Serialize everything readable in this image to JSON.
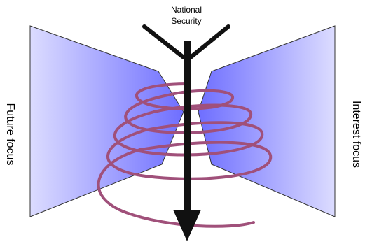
{
  "labels": {
    "top_line1": "National",
    "top_line2": "Security",
    "left": "Future focus",
    "right": "Interest focus"
  },
  "colors": {
    "funnel_light": "#dcdcff",
    "funnel_dark": "#6e6eff",
    "spiral": "#a0507a",
    "arrow": "#111111"
  }
}
